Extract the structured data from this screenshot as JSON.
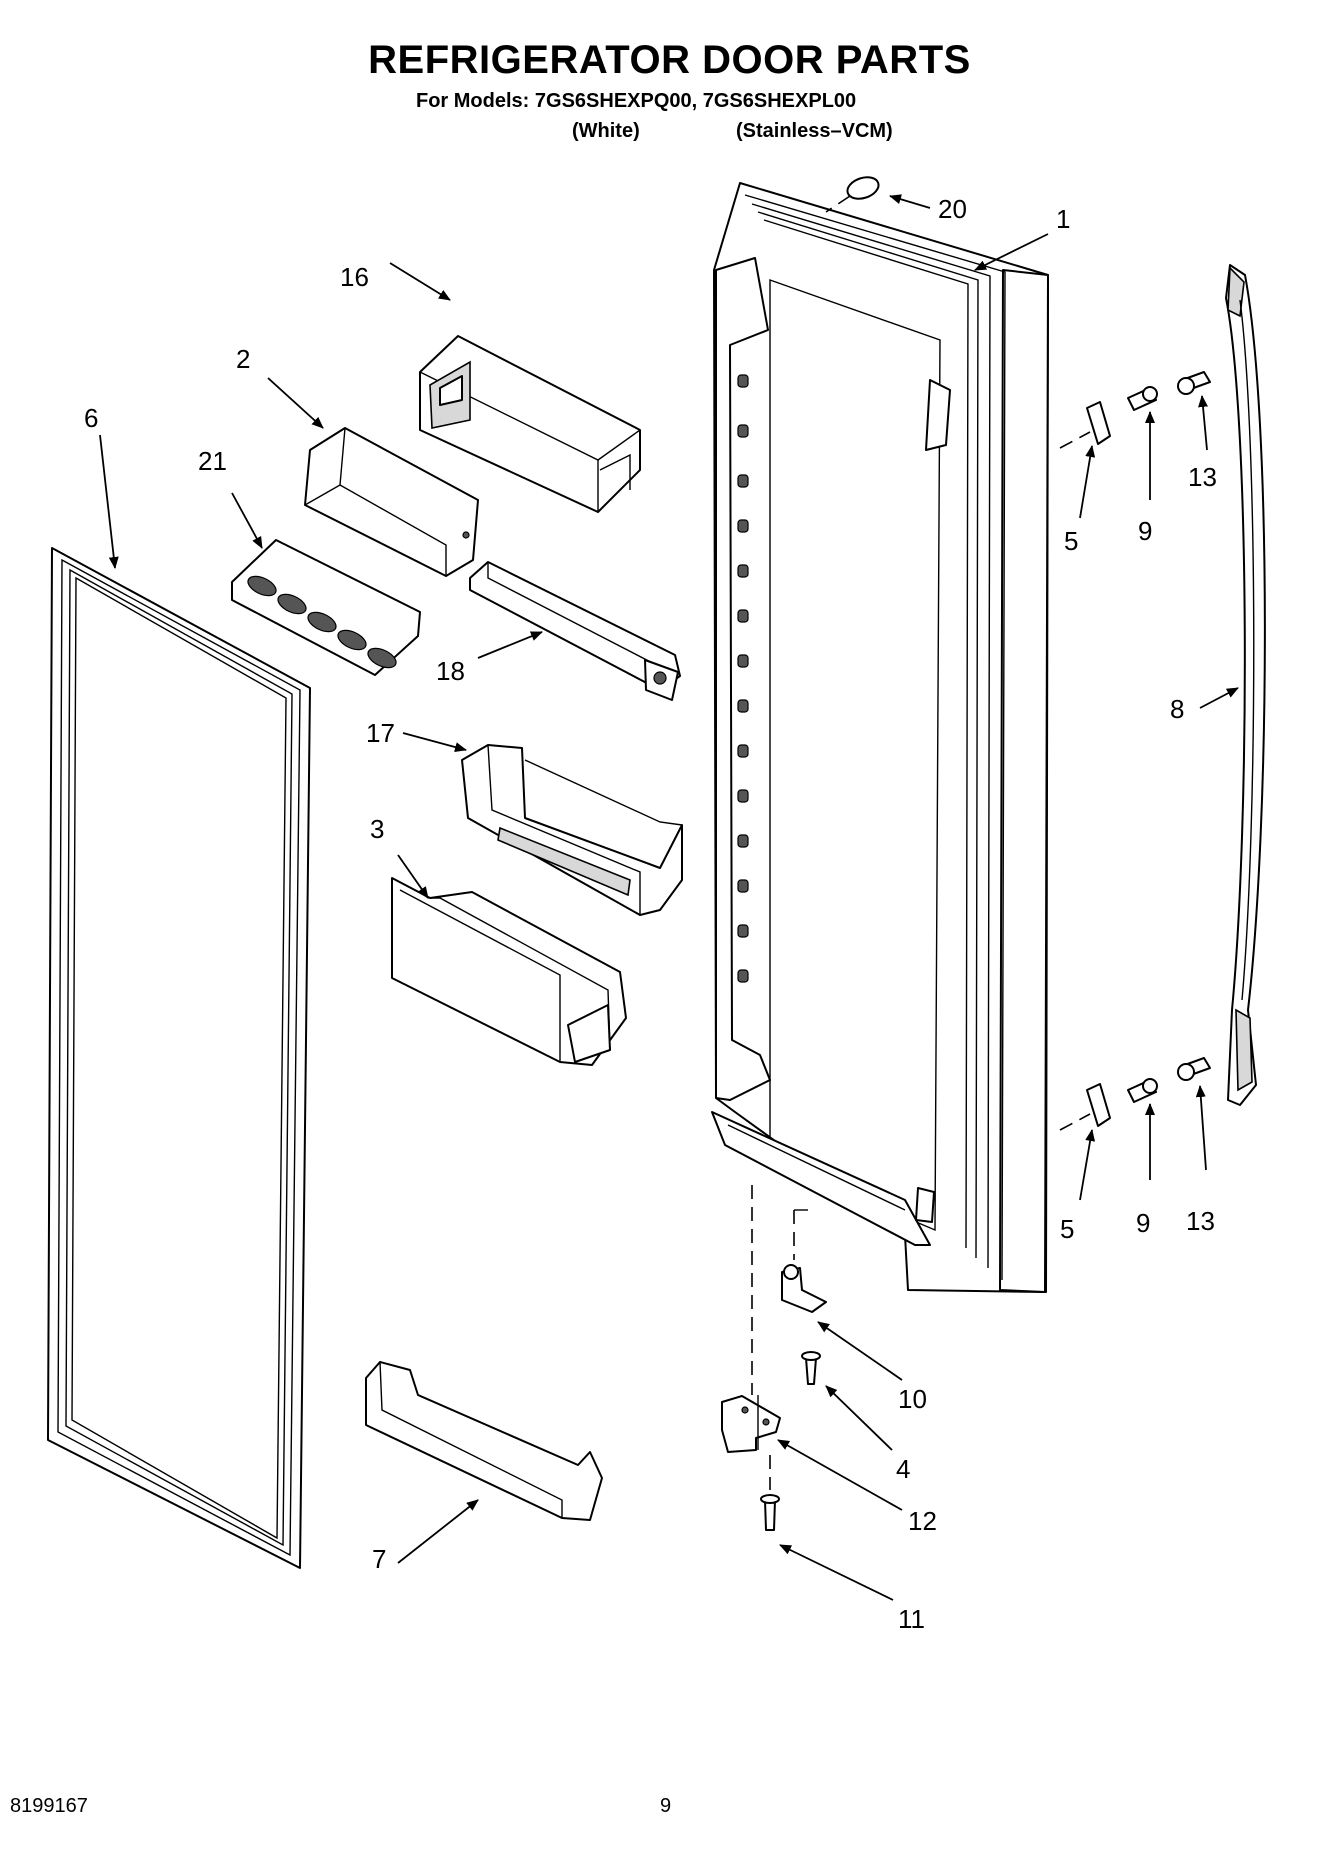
{
  "header": {
    "title": "REFRIGERATOR DOOR PARTS",
    "models_line": "For Models: 7GS6SHEXPQ00, 7GS6SHEXPL00",
    "variant_white": "(White)",
    "variant_stainless": "(Stainless–VCM)"
  },
  "callouts": {
    "c1": "1",
    "c2": "2",
    "c3": "3",
    "c4": "4",
    "c5a": "5",
    "c5b": "5",
    "c6": "6",
    "c7": "7",
    "c8": "8",
    "c9a": "9",
    "c9b": "9",
    "c10": "10",
    "c11": "11",
    "c12": "12",
    "c13a": "13",
    "c13b": "13",
    "c16": "16",
    "c17": "17",
    "c18": "18",
    "c20": "20",
    "c21": "21"
  },
  "footer": {
    "doc_number": "8199167",
    "page_number": "9"
  }
}
